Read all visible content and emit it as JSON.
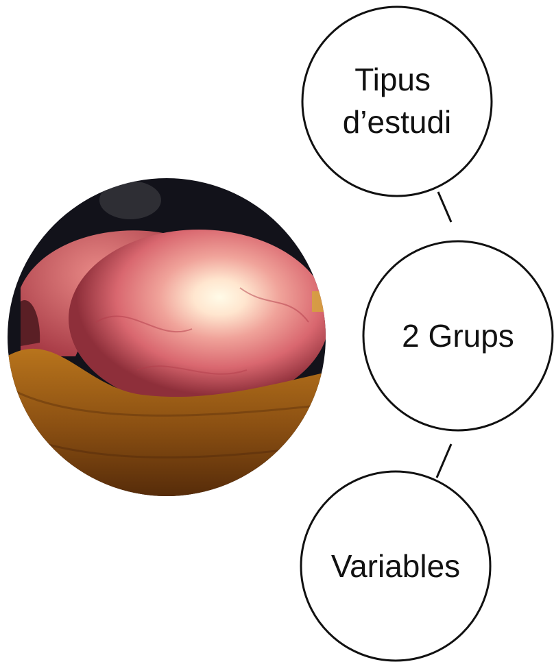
{
  "nodes": [
    {
      "id": "tipus",
      "lines": [
        "Tipus",
        "d’estudi"
      ]
    },
    {
      "id": "grups",
      "lines": [
        "2 Grups"
      ]
    },
    {
      "id": "variables",
      "lines": [
        "Variables"
      ]
    }
  ],
  "colors": {
    "stroke": "#111111",
    "text": "#111111",
    "background": "#ffffff"
  }
}
